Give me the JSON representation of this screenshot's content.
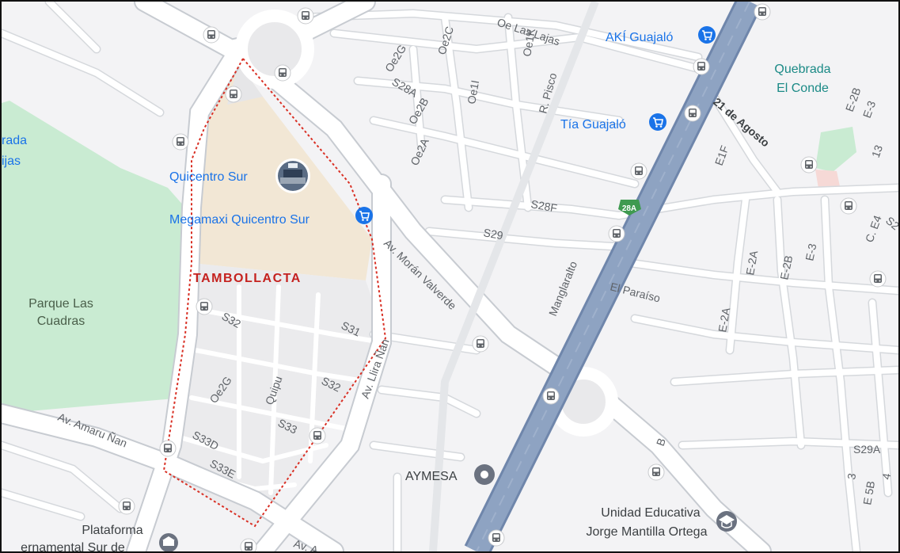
{
  "area": {
    "name": "TAMBOLLACTA"
  },
  "places": {
    "quicentro": "Quicentro Sur",
    "megamaxi": "Megamaxi Quicentro Sur",
    "aki": "AKÍ Guajaló",
    "tia": "Tía Guajaló",
    "quebrada_1": "Quebrada",
    "quebrada_2": "El Conde",
    "parque_1": "Parque Las",
    "parque_2": "Cuadras",
    "aymesa": "AYMESA",
    "unidad_1": "Unidad Educativa",
    "unidad_2": "Jorge Mantilla Ortega",
    "plataforma_1": "Plataforma",
    "plataforma_2": "ernamental Sur de",
    "left_edge_1": "rada",
    "left_edge_2": "ijas"
  },
  "streets": {
    "las_lajas": "Oe Las Lajas",
    "oe2g_top": "Oe2G",
    "oe2c": "Oe2C",
    "oe1k": "Oe1K",
    "s28a": "S28A",
    "oe2b": "Oe2B",
    "oe1i": "Oe1I",
    "r_pisco": "R. Pisco",
    "oe2a": "Oe2A",
    "veintiuno": "21 de Agosto",
    "e1f": "E1F",
    "e2b_top": "E-2B",
    "e3_top": "E-3",
    "thirteen": "13",
    "s28f": "S28F",
    "s29": "S29",
    "moran": "Av. Morán Valverde",
    "manglaralto": "Manglaralto",
    "el_paraiso": "El Paraíso",
    "e2a_1": "E-2A",
    "e2a_2": "E-2A",
    "e2b": "E-2B",
    "e3": "E-3",
    "ce4": "C. E4",
    "s2x": "S2",
    "s32_1": "S32",
    "s31": "S31",
    "lira": "Av. Llira Ñan",
    "oe2g": "Oe2G",
    "quipu": "Quipu",
    "s32_2": "S32",
    "s33": "S33",
    "s33d": "S33D",
    "s33e": "S33E",
    "amaru": "Av. Amaru Ñan",
    "av_bottom": "Av. A",
    "s29a": "S29A",
    "e5b": "E 5B",
    "three": "3",
    "four": "4",
    "b": "B"
  },
  "shields": {
    "route": "28A"
  },
  "colors": {
    "background": "#f3f3f5",
    "road": "#ffffff",
    "road_casing": "#d5d8dc",
    "highway": "#8ea3c2",
    "park": "#c9ebd2",
    "mall": "#f2e7d5",
    "boundary": "#d93025",
    "shop_pin": "#1a73e8",
    "transit": "#5f6368"
  },
  "icons": [
    "bus-stop-icon",
    "shopping-cart-icon",
    "landmark-pin-icon",
    "school-icon",
    "government-icon",
    "mall-photo-icon"
  ]
}
